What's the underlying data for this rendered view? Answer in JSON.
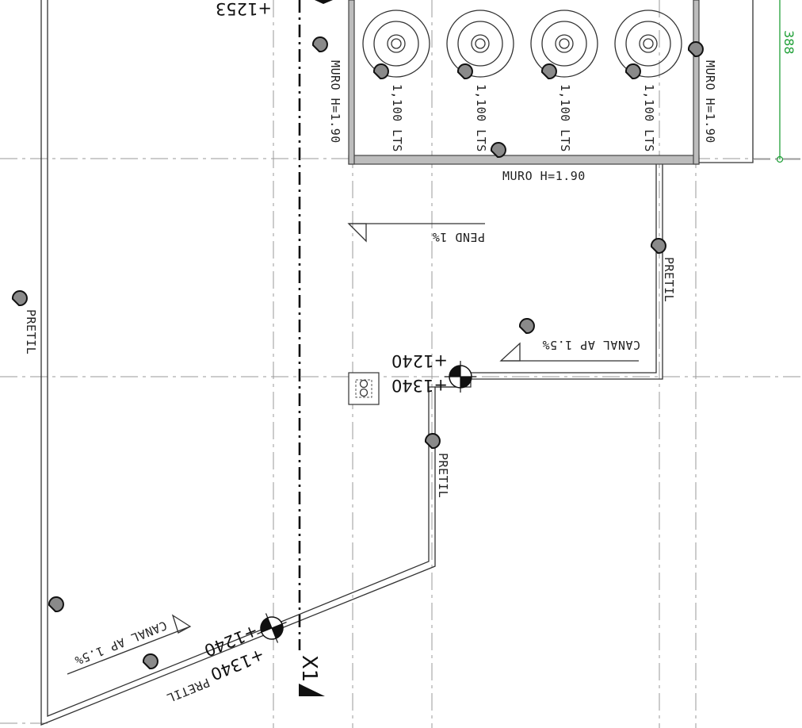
{
  "labels": {
    "muro_h": "MURO H=1.90",
    "pretil": "PRETIL",
    "pend": "PEND 1%",
    "canal": "CANAL AP 1.5%",
    "tank_capacity": "1,100 LTS"
  },
  "elevations": {
    "top": "+1253",
    "upper_a": "+1240",
    "upper_b": "+1340",
    "lower_a": "+1240",
    "lower_b": "+1340"
  },
  "axis_label": "X1",
  "dimension": "388",
  "colors": {
    "ink": "#222222",
    "dimension": "#22a13a",
    "grid": "#999999"
  }
}
